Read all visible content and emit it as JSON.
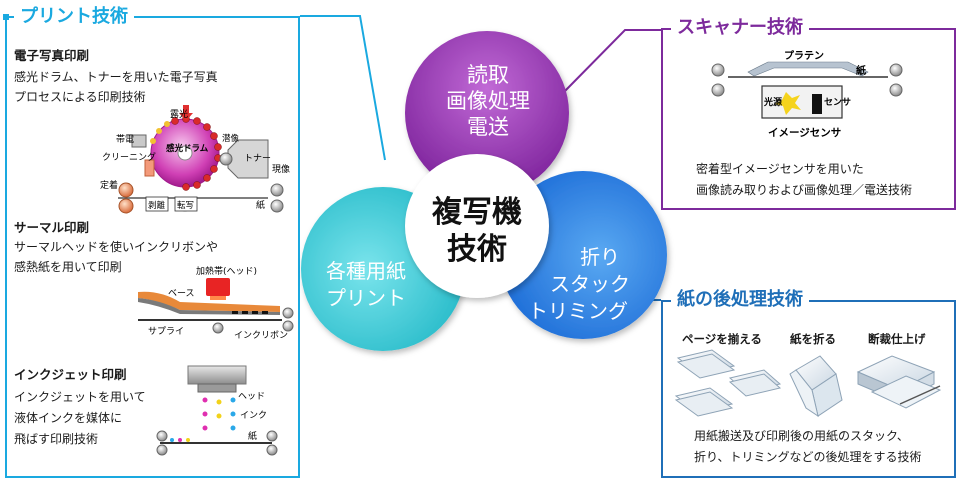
{
  "colors": {
    "print_accent": "#1aa9e0",
    "scan_accent": "#7d2a9c",
    "post_accent": "#1f6fb8",
    "read_ring": "#8c2aa8",
    "paper_ring": "#2dc3cf",
    "fold_ring": "#1e7fe0"
  },
  "print": {
    "title": "プリント技術",
    "electro": {
      "heading": "電子写真印刷",
      "desc": [
        "感光ドラム、トナーを用いた電子写真",
        "プロセスによる印刷技術"
      ],
      "labels": {
        "exposure": "露光",
        "charge": "帯電",
        "drum": "感光ドラム",
        "develop_top": "潜像",
        "toner": "トナー",
        "develop": "現像",
        "cleaning": "クリーニング",
        "fix": "定着",
        "peel": "剥離",
        "transfer": "転写",
        "paper": "紙"
      }
    },
    "thermal": {
      "heading": "サーマル印刷",
      "desc": [
        "サーマルヘッドを使いインクリボンや",
        "感熱紙を用いて印刷"
      ],
      "labels": {
        "heater": "加熱帯(ヘッド)",
        "base": "ベース",
        "supply": "サプライ",
        "ribbon": "インクリボン"
      }
    },
    "inkjet": {
      "heading": "インクジェット印刷",
      "desc": [
        "インクジェットを用いて",
        "液体インクを媒体に",
        "飛ばす印刷技術"
      ],
      "labels": {
        "head": "ヘッド",
        "ink": "インク",
        "paper": "紙"
      }
    }
  },
  "center": {
    "title_line1": "複写機",
    "title_line2": "技術",
    "read": [
      "読取",
      "画像処理",
      "電送"
    ],
    "paper": [
      "各種用紙",
      "プリント"
    ],
    "fold": [
      "折り",
      "スタック",
      "トリミング"
    ]
  },
  "scanner": {
    "title": "スキャナー技術",
    "labels": {
      "platen": "プラテン",
      "paper": "紙",
      "light": "光源",
      "sensor": "センサ",
      "image_sensor": "イメージセンサ"
    },
    "desc": [
      "密着型イメージセンサを用いた",
      "画像読み取りおよび画像処理／電送技術"
    ]
  },
  "post": {
    "title": "紙の後処理技術",
    "items": [
      "ページを揃える",
      "紙を折る",
      "断裁仕上げ"
    ],
    "desc": [
      "用紙搬送及び印刷後の用紙のスタック、",
      "折り、トリミングなどの後処理をする技術"
    ]
  }
}
